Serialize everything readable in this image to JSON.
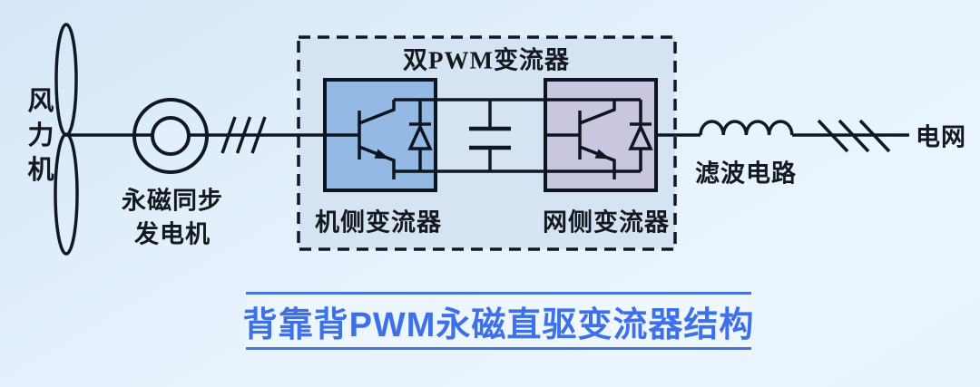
{
  "diagram": {
    "wind_turbine_label": "风力机",
    "generator_label_line1": "永磁同步",
    "generator_label_line2": "发电机",
    "pwm_box_label": "双PWM变流器",
    "machine_converter_label": "机侧变流器",
    "grid_converter_label": "网侧变流器",
    "filter_label": "滤波电路",
    "grid_label": "电网",
    "colors": {
      "background": "#e3f0fb",
      "pwm_box_fill": "#d5e3f2",
      "machine_converter_fill": "#93b9e4",
      "grid_converter_fill": "#c9c6e0",
      "diagram_line": "#101826",
      "title_blue": "#3e70ea",
      "title_rule_blue": "#4573e0"
    }
  },
  "caption": {
    "title": "背靠背PWM永磁直驱变流器结构"
  }
}
